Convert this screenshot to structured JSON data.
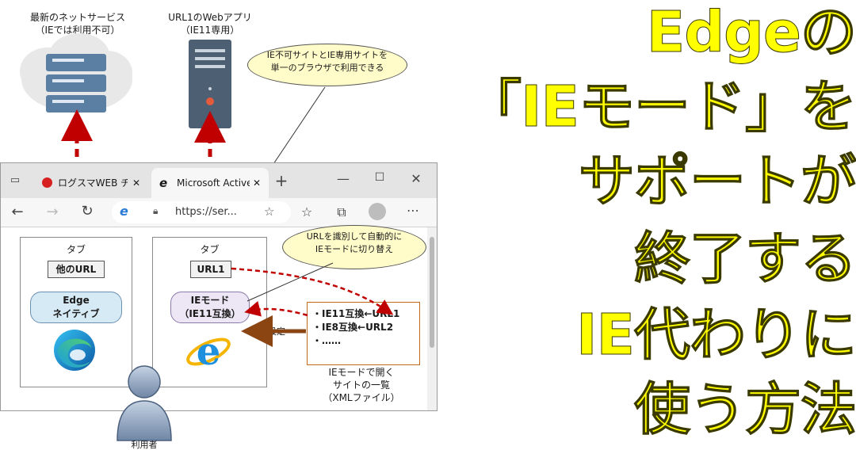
{
  "servers": {
    "left_caption": [
      "最新のネットサービス",
      "（IEでは利用不可）"
    ],
    "right_caption": [
      "URL1のWebアプリ",
      "（IE11専用）"
    ]
  },
  "top_bubble": [
    "IE不可サイトとIE専用サイトを",
    "単一のブラウザで利用できる"
  ],
  "browser": {
    "tab1_label": "ログスマWEB チェ",
    "tab2_label": "Microsoft Active",
    "address": "https://ser..."
  },
  "left_pane": {
    "tab_label": "タブ",
    "url_box": "他のURL",
    "mode_line1": "Edge",
    "mode_line2": "ネイティブ"
  },
  "right_pane": {
    "tab_label": "タブ",
    "url_box": "URL1",
    "mode_line1": "IEモード",
    "mode_line2": "（IE11互換）"
  },
  "mid_bubble": [
    "URLを識別して自動的に",
    "IEモードに切り替え"
  ],
  "setting_label": "設定",
  "xml_list": {
    "lines": [
      "・IE11互換←URL1",
      "・IE8互換←URL2",
      "・……"
    ],
    "caption": [
      "IEモードで開く",
      "サイトの一覧",
      "（XMLファイル）"
    ]
  },
  "user_label": "利用者",
  "headline": [
    "Edgeの",
    "「IEモード」を",
    "サポートが",
    "終了する",
    "IE代わりに",
    "使う方法"
  ],
  "colors": {
    "headline": "#ffff00",
    "arrow_red": "#c00000",
    "arrow_brown": "#8b4513",
    "bubble": "#fffcc9"
  },
  "icons": [
    "cloud-icon",
    "server-icon",
    "edge-logo-icon",
    "ie-logo-icon",
    "user-icon",
    "new-tab-icon",
    "back-icon",
    "refresh-icon"
  ]
}
